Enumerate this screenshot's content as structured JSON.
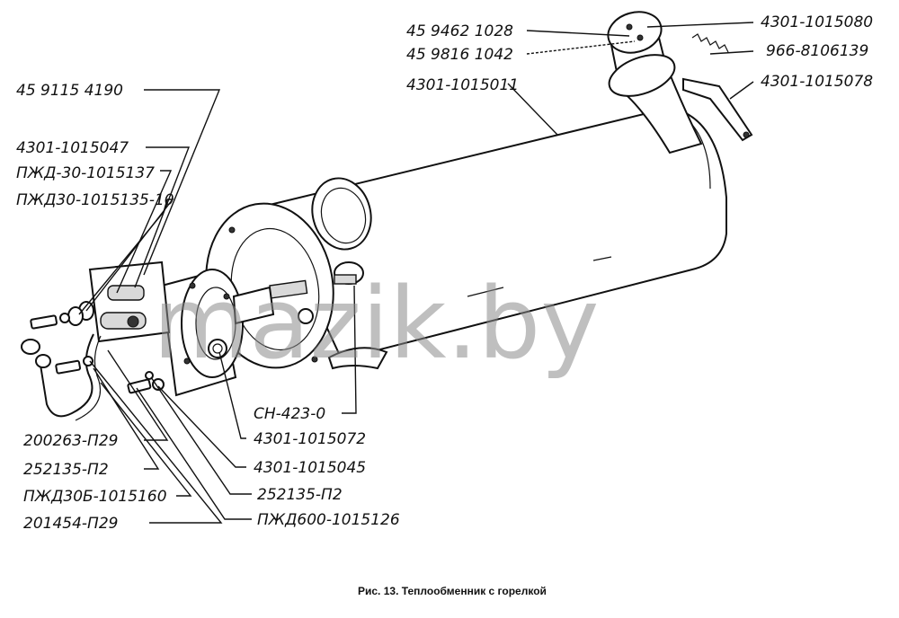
{
  "labels": {
    "p_459462": "45 9462 1028",
    "p_459816": "45 9816 1042",
    "p_4301_011": "4301-1015011",
    "p_4301_080": "4301-1015080",
    "p_966": "966-8106139",
    "p_4301_078": "4301-1015078",
    "p_459115": "45 9115 4190",
    "p_4301_047": "4301-1015047",
    "p_pzhd137": "ПЖД-30-1015137",
    "p_pzhd135": "ПЖД30-1015135-10",
    "p_sn423": "СН-423-0",
    "p_4301_072": "4301-1015072",
    "p_4301_045": "4301-1015045",
    "p_252135_r": "252135-П2",
    "p_pzhd600": "ПЖД600-1015126",
    "p_200263": "200263-П29",
    "p_252135_l": "252135-П2",
    "p_pzhd30b": "ПЖД30Б-1015160",
    "p_201454": "201454-П29"
  },
  "caption": "Рис. 13.  Теплообменник с горелкой",
  "watermark": "mazik.by"
}
